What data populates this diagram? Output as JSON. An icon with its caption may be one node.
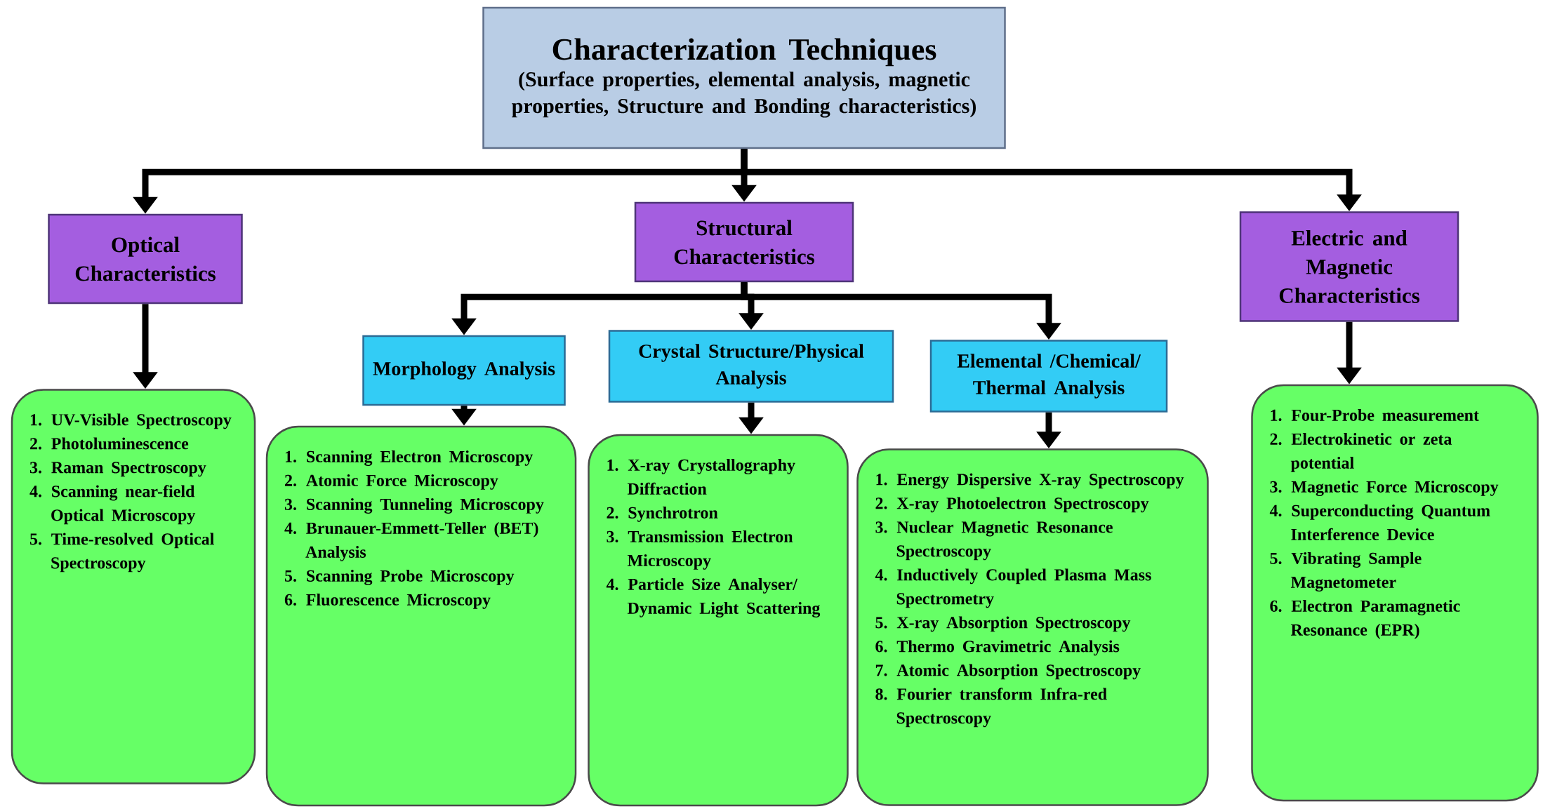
{
  "diagram": {
    "nodes": [
      {
        "text": [
          "Characterization Techniques",
          "(Surface properties, elemental analysis, magnetic properties, Structure and Bonding characteristics)"
        ]
      },
      {
        "text": [
          "Optical Characteristics"
        ]
      },
      {
        "text": [
          "Structural Characteristics"
        ]
      },
      {
        "text": [
          "Electric and Magnetic Characteristics"
        ]
      },
      {
        "text": [
          "Morphology Analysis"
        ]
      },
      {
        "text": [
          "Crystal Structure/Physical Analysis"
        ]
      },
      {
        "text": [
          "Elemental /Chemical/ Thermal Analysis"
        ]
      },
      {
        "text": [
          "1. UV-Visible Spectroscopy",
          "2. Photoluminescence",
          "3. Raman Spectroscopy",
          "4. Scanning near-field Optical Microscopy",
          "5. Time-resolved Optical Spectroscopy"
        ]
      },
      {
        "text": [
          "1. Scanning Electron Microscopy",
          "2. Atomic Force Microscopy",
          "3. Scanning Tunneling Microscopy",
          "4. Brunauer-Emmett-Teller (BET) Analysis",
          "5. Scanning Probe Microscopy",
          "6. Fluorescence Microscopy"
        ]
      },
      {
        "text": [
          "1. X-ray Crystallography Diffraction",
          "2. Synchrotron",
          "3. Transmission Electron Microscopy",
          "4. Particle Size Analyser/ Dynamic Light Scattering"
        ]
      },
      {
        "text": [
          "1. Energy Dispersive X-ray Spectroscopy",
          "2. X-ray Photoelectron Spectroscopy",
          "3. Nuclear Magnetic Resonance Spectroscopy",
          "4. Inductively Coupled Plasma Mass Spectrometry",
          "5. X-ray Absorption Spectroscopy",
          "6. Thermo Gravimetric Analysis",
          "7. Atomic Absorption Spectroscopy",
          "8. Fourier transform Infra-red Spectroscopy"
        ]
      },
      {
        "text": [
          "1. Four-Probe measurement",
          "2. Electrokinetic or zeta potential",
          "3. Magnetic Force Microscopy",
          "4. Superconducting Quantum Interference Device",
          "5. Vibrating Sample Magnetometer",
          "6. Electron Paramagnetic Resonance (EPR)"
        ]
      }
    ],
    "edges": [
      {
        "from": 0,
        "to": 1,
        "arrow": "to"
      },
      {
        "from": 0,
        "to": 2,
        "arrow": "to"
      },
      {
        "from": 0,
        "to": 3,
        "arrow": "to"
      },
      {
        "from": 2,
        "to": 4,
        "arrow": "to"
      },
      {
        "from": 2,
        "to": 5,
        "arrow": "to"
      },
      {
        "from": 2,
        "to": 6,
        "arrow": "to"
      },
      {
        "from": 1,
        "to": 7,
        "arrow": "to"
      },
      {
        "from": 4,
        "to": 8,
        "arrow": "to"
      },
      {
        "from": 5,
        "to": 9,
        "arrow": "to"
      },
      {
        "from": 6,
        "to": 10,
        "arrow": "to"
      },
      {
        "from": 3,
        "to": 11,
        "arrow": "to"
      }
    ]
  }
}
